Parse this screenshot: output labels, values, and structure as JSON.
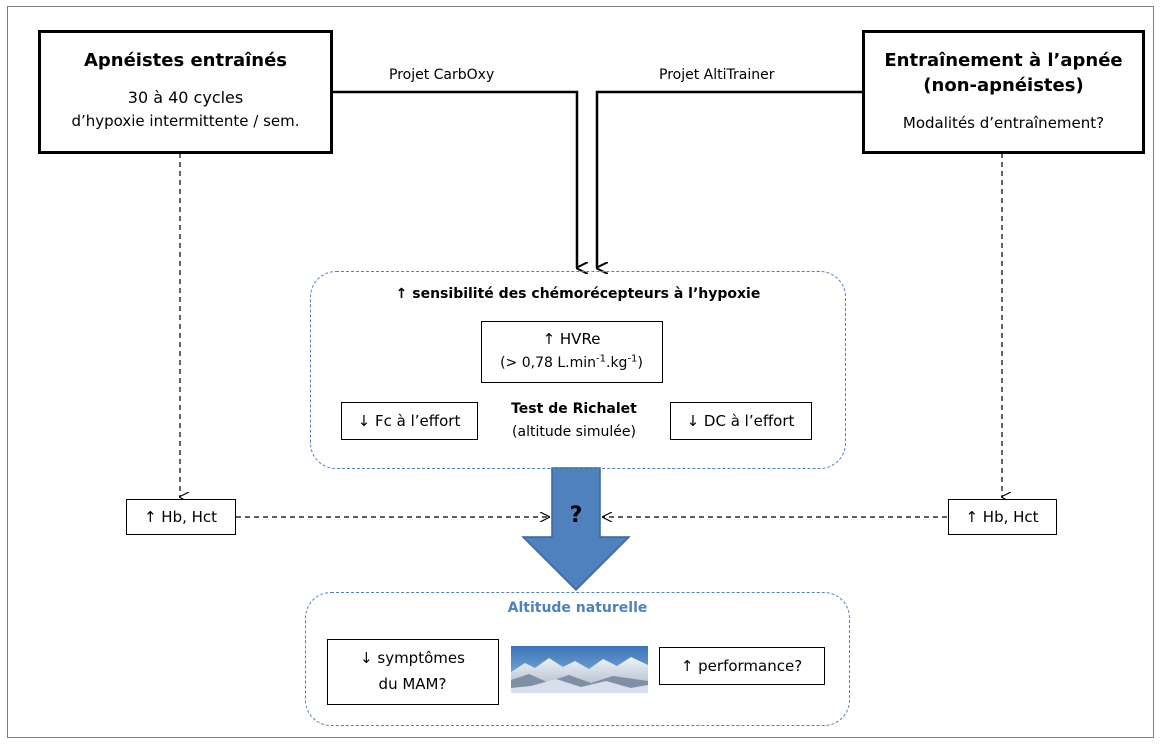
{
  "left_box": {
    "title": "Apnéistes entraînés",
    "line1": "30 à 40 cycles",
    "line2": "d’hypoxie intermittente / sem."
  },
  "right_box": {
    "title_line1": "Entraînement à l’apnée",
    "title_line2": "(non-apnéistes)",
    "subtitle": "Modalités d’entraînement?"
  },
  "connectors": {
    "left_label": "Projet CarbOxy",
    "right_label": "Projet AltiTrainer"
  },
  "chemo_panel": {
    "title": "↑ sensibilité des chémorécepteurs à l’hypoxie",
    "hvre_line1": "↑ HVRe",
    "hvre_prefix": "(> 0,78 L.min",
    "hvre_exp1": "-1",
    "hvre_mid": ".kg",
    "hvre_exp2": "-1",
    "hvre_suffix": ")",
    "fc": "↓ Fc à l’effort",
    "dc": "↓ DC à l’effort",
    "test_title": "Test de Richalet",
    "test_subtitle": "(altitude simulée)"
  },
  "hb_left": "↑ Hb, Hct",
  "hb_right": "↑ Hb, Hct",
  "question_mark": "?",
  "altitude_panel": {
    "title": "Altitude naturelle",
    "symptoms_line1": "↓ symptômes",
    "symptoms_line2": "du MAM?",
    "performance": "↑ performance?"
  },
  "colors": {
    "arrow_blue": "#4f81bd",
    "title_blue": "#4f81bd",
    "dashed_border": "#4f81bd"
  }
}
